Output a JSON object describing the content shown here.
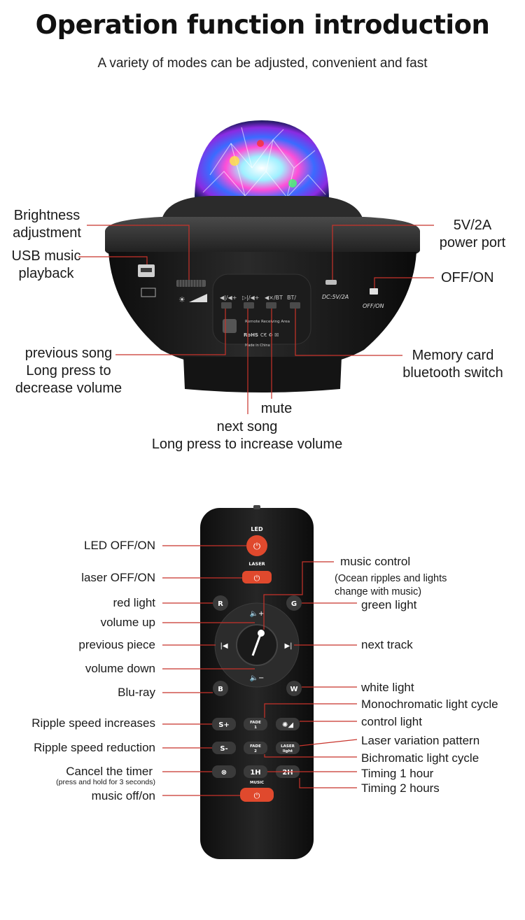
{
  "header": {
    "title": "Operation function introduction",
    "subtitle": "A variety of modes can be adjusted, convenient and fast"
  },
  "device": {
    "labels": {
      "brightness": [
        "Brightness",
        "adjustment"
      ],
      "usb": [
        "USB music",
        "playback"
      ],
      "power": [
        "5V/2A",
        "power port"
      ],
      "switch": "OFF/ON",
      "previous": [
        "previous song",
        "Long press to",
        "decrease volume"
      ],
      "memory": [
        "Memory card",
        "bluetooth switch"
      ],
      "mute": "mute",
      "next": [
        "next song",
        "Long press to increase volume"
      ]
    },
    "printed": {
      "dc": "DC:5V/2A",
      "offon": "OFF/ON",
      "remote_area": "Remote Receiving Area",
      "rohs": "RoHS",
      "made_in": "Made in China",
      "bt": "BT/"
    }
  },
  "remote": {
    "buttons": {
      "led": "LED",
      "laser": "LASER",
      "music": "MUSIC",
      "r": "R",
      "g": "G",
      "b": "B",
      "w": "W",
      "s_plus": "S+",
      "s_minus": "S-",
      "fade1": [
        "FADE",
        "1"
      ],
      "fade2": [
        "FADE",
        "2"
      ],
      "laser_light": [
        "LASER",
        "light"
      ],
      "h1": "1H",
      "h2": "2H"
    },
    "labels_left": {
      "led": "LED OFF/ON",
      "laser": "laser OFF/ON",
      "red": "red light",
      "vol_up": "volume up",
      "prev": "previous piece",
      "vol_down": "volume down",
      "bluray": "Blu-ray",
      "ripple_up": "Ripple speed increases",
      "ripple_down": "Ripple speed reduction",
      "timer": "Cancel the timer",
      "timer_note": "(press and hold for 3 seconds)",
      "music": "music off/on"
    },
    "labels_right": {
      "music_control": "music control",
      "music_note": [
        "(Ocean ripples and lights",
        "change with music)"
      ],
      "green": "green light",
      "next": "next track",
      "white": "white light",
      "mono": "Monochromatic light cycle",
      "control": "control light",
      "laser_var": "Laser variation pattern",
      "bichrom": "Bichromatic light cycle",
      "t1": "Timing 1 hour",
      "t2": "Timing 2 hours"
    }
  }
}
